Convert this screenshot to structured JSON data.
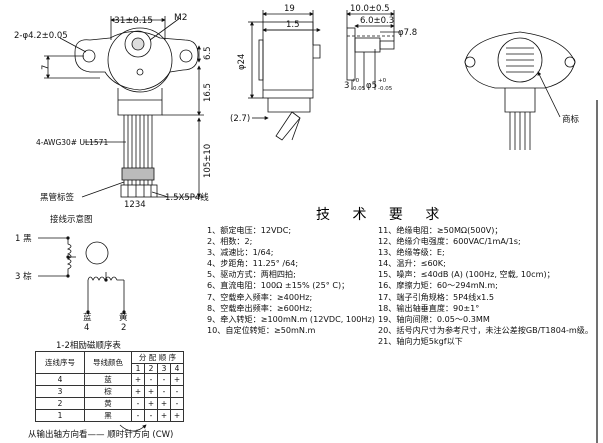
{
  "front_view": {
    "dim_width": "31±0.15",
    "dim_thread": "M2",
    "dim_holes": "2-φ4.2±0.05",
    "dim_7": "7",
    "dim_6_5": "6.5",
    "dim_16_5": "16.5",
    "dim_105": "105±10",
    "wire_spec": "4-AWG30# UL1571",
    "tape_label": "黑管标签",
    "pins": "1234",
    "connector": "1.5X5P4线"
  },
  "side_view": {
    "dim_19": "19",
    "dim_1_5": "1.5",
    "dim_24": "φ24",
    "dim_2_7": "(2.7)"
  },
  "shaft_view": {
    "dim_10": "10.0±0.5",
    "dim_6": "6.0±0.3",
    "dim_7_8": "φ7.8",
    "dim_3": "3",
    "dim_3_tol_top": "+0",
    "dim_3_tol_bot": "-0.05",
    "dim_5": "φ5",
    "dim_5_tol_top": "+0",
    "dim_5_tol_bot": "-0.05",
    "label_sticker": "商标"
  },
  "wiring": {
    "title": "接线示意图",
    "w1": "1 黑",
    "w3": "3 棕",
    "w4_name": "蓝",
    "w4_num": "4",
    "w2_name": "黄",
    "w2_num": "2",
    "caption": "1-2相励磁顺序表"
  },
  "sequence_table": {
    "h_lead": "连线序号",
    "h_color": "导线颜色",
    "h_dist": "分 配 顺 序",
    "steps": [
      "1",
      "2",
      "3",
      "4"
    ],
    "rows": [
      {
        "lead": "4",
        "color": "蓝",
        "cells": [
          "+",
          "-",
          "-",
          "+"
        ]
      },
      {
        "lead": "3",
        "color": "棕",
        "cells": [
          "+",
          "+",
          "-",
          "-"
        ]
      },
      {
        "lead": "2",
        "color": "黄",
        "cells": [
          "-",
          "+",
          "+",
          "-"
        ]
      },
      {
        "lead": "1",
        "color": "黑",
        "cells": [
          "-",
          "-",
          "+",
          "+"
        ]
      }
    ]
  },
  "rotation_note": "从输出轴方向看——     顺时针方向 (CW)",
  "tech": {
    "title": "技 术 要 求",
    "left": [
      "1、额定电压：12VDC;",
      "2、相数：2;",
      "3、减速比：1/64;",
      "4、步距角：11.25° /64;",
      "5、驱动方式：两相四拍;",
      "6、直流电阻：100Ω ±15% (25° C)；",
      "7、空载牵入频率：≥400Hz;",
      "8、空载牵出频率：≥600Hz;",
      "9、牵入转矩：≥100mN.m (12VDC, 100Hz)",
      "10、自定位转矩：≥50mN.m"
    ],
    "right": [
      "11、绝缘电阻：≥50MΩ(500V)；",
      "12、绝缘介电强度：600VAC/1mA/1s;",
      "13、绝缘等级：E;",
      "14、温升：≤60K;",
      "15、噪声：≤40dB (A) (100Hz, 空载, 10cm)；",
      "16、摩擦力矩：60～294mN.m;",
      "17、端子引角规格：5P4线x1.5",
      "18、输出轴垂直度：90±1°",
      "19、轴向间隙：0.05～0.3MM",
      "20、括号内尺寸为参考尺寸，未注公差按GB/T1804-m级。",
      "21、轴向力矩5kgf以下"
    ]
  }
}
